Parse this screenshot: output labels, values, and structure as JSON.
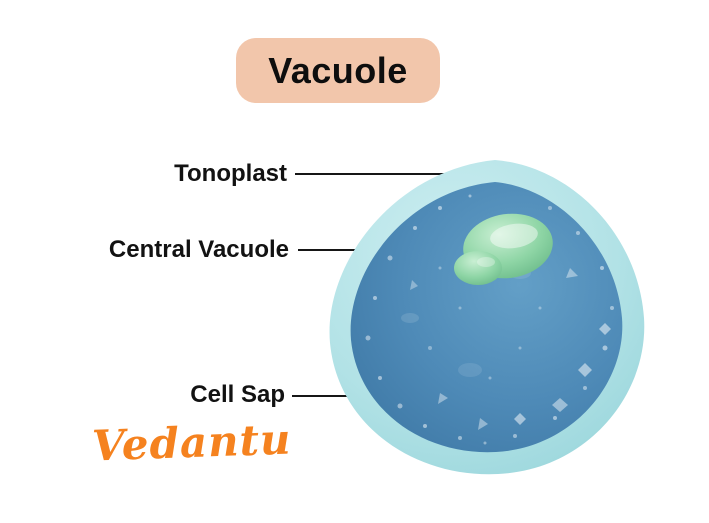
{
  "title": {
    "text": "Vacuole"
  },
  "labels": {
    "tonoplast": "Tonoplast",
    "central_vacuole": "Central Vacuole",
    "cell_sap": "Cell Sap"
  },
  "logo": {
    "text": "Vedantu"
  },
  "colors": {
    "background": "#ffffff",
    "title_bg": "#f2c6ab",
    "label_text": "#121212",
    "leader_line": "#161616",
    "logo_orange": "#f5821f",
    "outer_membrane": "#aedfe3",
    "outer_membrane_light": "#c9ecef",
    "cell_sap_blue": "#4a86b3",
    "cell_sap_blue_light": "#639fc7",
    "central_vacuole_green": "#8ed5a5",
    "central_vacuole_highlight": "#d8f3e0",
    "speckle": "#ffffff"
  }
}
